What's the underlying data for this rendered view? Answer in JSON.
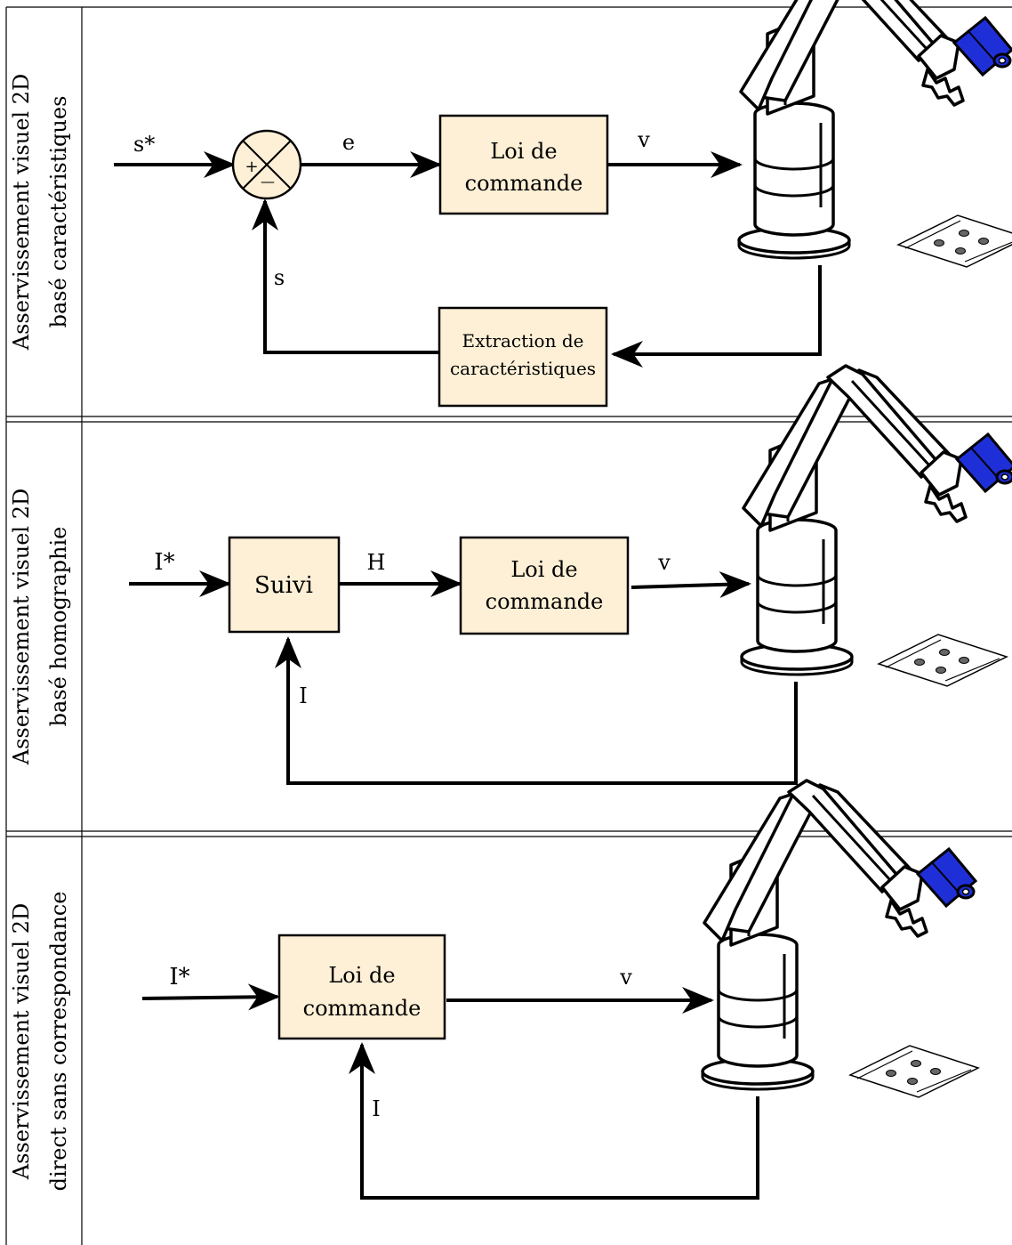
{
  "colors": {
    "block_fill": "#fdf0d6",
    "gripper_blue": "#1f2fd8",
    "ink": "#000000"
  },
  "panels": [
    {
      "side_label_line1": "Asservissement visuel 2D",
      "side_label_line2": "basé caractéristiques",
      "input_label": "s*",
      "comparator_plus": "+",
      "comparator_minus": "—",
      "error_label": "e",
      "control_line1": "Loi de",
      "control_line2": "commande",
      "velocity_label": "v",
      "feedback_label": "s",
      "extraction_line1": "Extraction de",
      "extraction_line2": "caractéristiques"
    },
    {
      "side_label_line1": "Asservissement visuel 2D",
      "side_label_line2": "basé homographie",
      "input_label": "I*",
      "tracking_label": "Suivi",
      "homography_label": "H",
      "control_line1": "Loi de",
      "control_line2": "commande",
      "velocity_label": "v",
      "feedback_label": "I"
    },
    {
      "side_label_line1": "Asservissement visuel 2D",
      "side_label_line2": "direct sans correspondance",
      "input_label": "I*",
      "control_line1": "Loi de",
      "control_line2": "commande",
      "velocity_label": "v",
      "feedback_label": "I"
    }
  ]
}
